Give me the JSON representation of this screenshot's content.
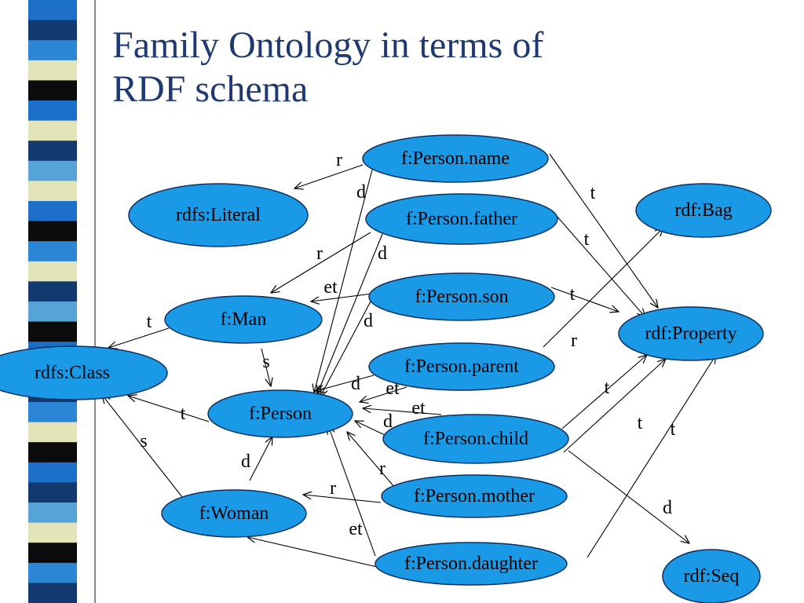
{
  "slide": {
    "title_line1": "Family Ontology in terms of",
    "title_line2": "RDF schema"
  },
  "stripe_colors": [
    "#1b6fc9",
    "#133a70",
    "#2c86d6",
    "#e3e3b8",
    "#0b0b0b",
    "#1b6fc9",
    "#e3e3b8",
    "#133a70",
    "#56a3d8",
    "#e3e3b8",
    "#1b6fc9",
    "#0b0b0b",
    "#2c86d6",
    "#e3e3b8",
    "#133a70",
    "#56a3d8",
    "#0b0b0b",
    "#1b6fc9",
    "#e3e3b8",
    "#133a70",
    "#2c86d6",
    "#e3e3b8",
    "#0b0b0b",
    "#1b6fc9",
    "#133a70",
    "#56a3d8",
    "#e3e3b8",
    "#0b0b0b",
    "#2c86d6",
    "#133a70"
  ],
  "colors": {
    "node_fill": "#1a9ae6",
    "node_stroke": "#0b3060",
    "title": "#1f3a72"
  },
  "nodes": [
    {
      "id": "person_name",
      "label": "f:Person.name"
    },
    {
      "id": "person_father",
      "label": "f:Person.father"
    },
    {
      "id": "person_son",
      "label": "f:Person.son"
    },
    {
      "id": "person_parent",
      "label": "f:Person.parent"
    },
    {
      "id": "person_child",
      "label": "f:Person.child"
    },
    {
      "id": "person_mother",
      "label": "f:Person.mother"
    },
    {
      "id": "person_daughter",
      "label": "f:Person.daughter"
    },
    {
      "id": "rdfs_literal",
      "label": "rdfs:Literal"
    },
    {
      "id": "rdf_bag",
      "label": "rdf:Bag"
    },
    {
      "id": "rdf_property",
      "label": "rdf:Property"
    },
    {
      "id": "rdfs_class",
      "label": "rdfs:Class"
    },
    {
      "id": "f_man",
      "label": "f:Man"
    },
    {
      "id": "f_person",
      "label": "f:Person"
    },
    {
      "id": "f_woman",
      "label": "f:Woman"
    },
    {
      "id": "rdf_seq",
      "label": "rdf:Seq"
    }
  ],
  "edge_labels": [
    "r",
    "d",
    "t",
    "d",
    "r",
    "t",
    "et",
    "t",
    "d",
    "r",
    "t",
    "s",
    "d",
    "et",
    "t",
    "et",
    "d",
    "t",
    "t",
    "t",
    "s",
    "d",
    "r",
    "r",
    "d",
    "et"
  ]
}
